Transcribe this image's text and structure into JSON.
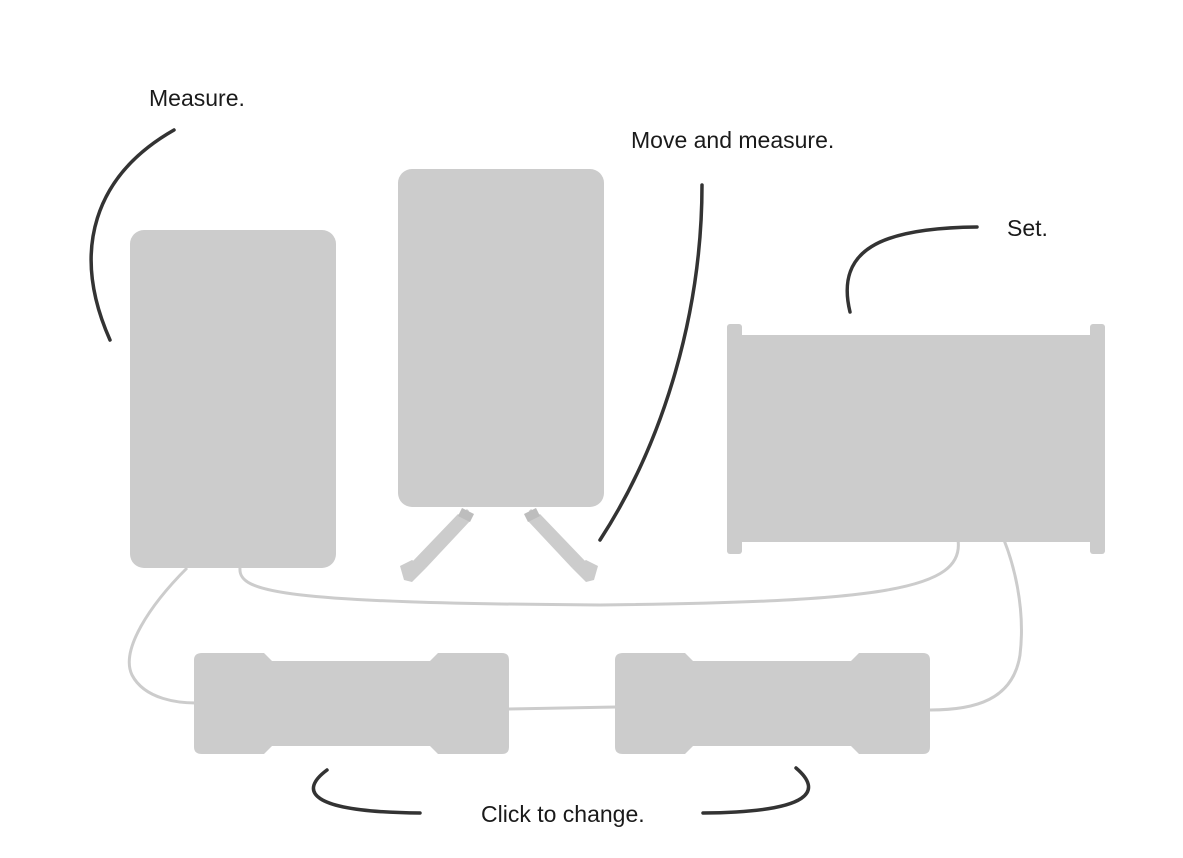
{
  "labels": {
    "measure": "Measure.",
    "move_and_measure": "Move and measure.",
    "set": "Set.",
    "click_to_change": "Click to change."
  },
  "colors": {
    "device_fill": "#cccccc",
    "wire": "#cccccc",
    "pointer_line": "#333333",
    "text": "#1a1a1a",
    "background": "#ffffff"
  }
}
